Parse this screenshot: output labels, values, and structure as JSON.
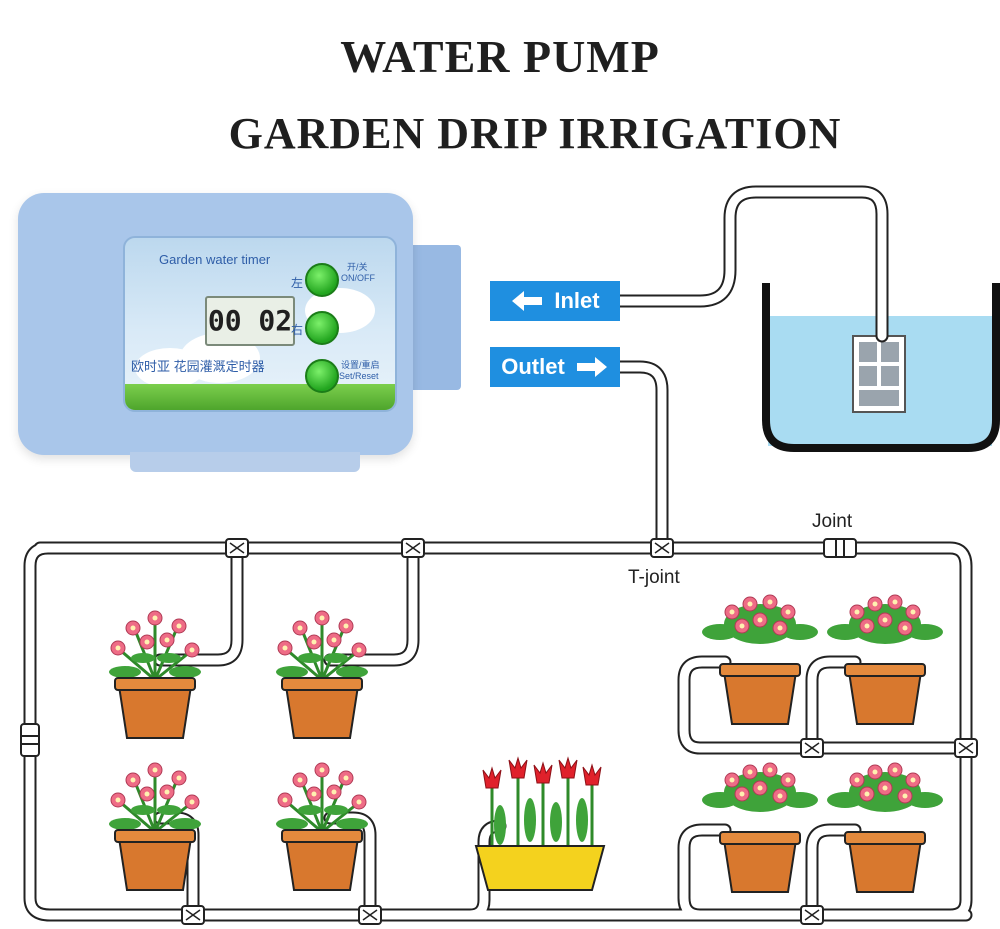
{
  "titles": {
    "line1": "WATER PUMP",
    "line2": "GARDEN DRIP IRRIGATION"
  },
  "device": {
    "panel_title": "Garden water timer",
    "display": "00 02",
    "brand_text": "欧时亚 花园灌溉定时器",
    "left_char": "左",
    "right_char": "右",
    "onoff_label_cn": "开/关",
    "onoff_label_en": "ON/OFF",
    "set_label_cn": "设置/重启",
    "set_label_en": "Set/Reset"
  },
  "labels": {
    "inlet": "Inlet",
    "outlet": "Outlet",
    "joint": "Joint",
    "tjoint": "T-joint"
  },
  "colors": {
    "device_body": "#a9c6ea",
    "label_blue": "#1f8fe0",
    "water": "#a9dcf2",
    "pot": "#d8782e",
    "yellow_pot": "#f4d21e",
    "flower_pink": "#ee6c86"
  },
  "icons": {
    "inlet_arrow": "arrow-left-icon",
    "outlet_arrow": "arrow-right-icon"
  }
}
